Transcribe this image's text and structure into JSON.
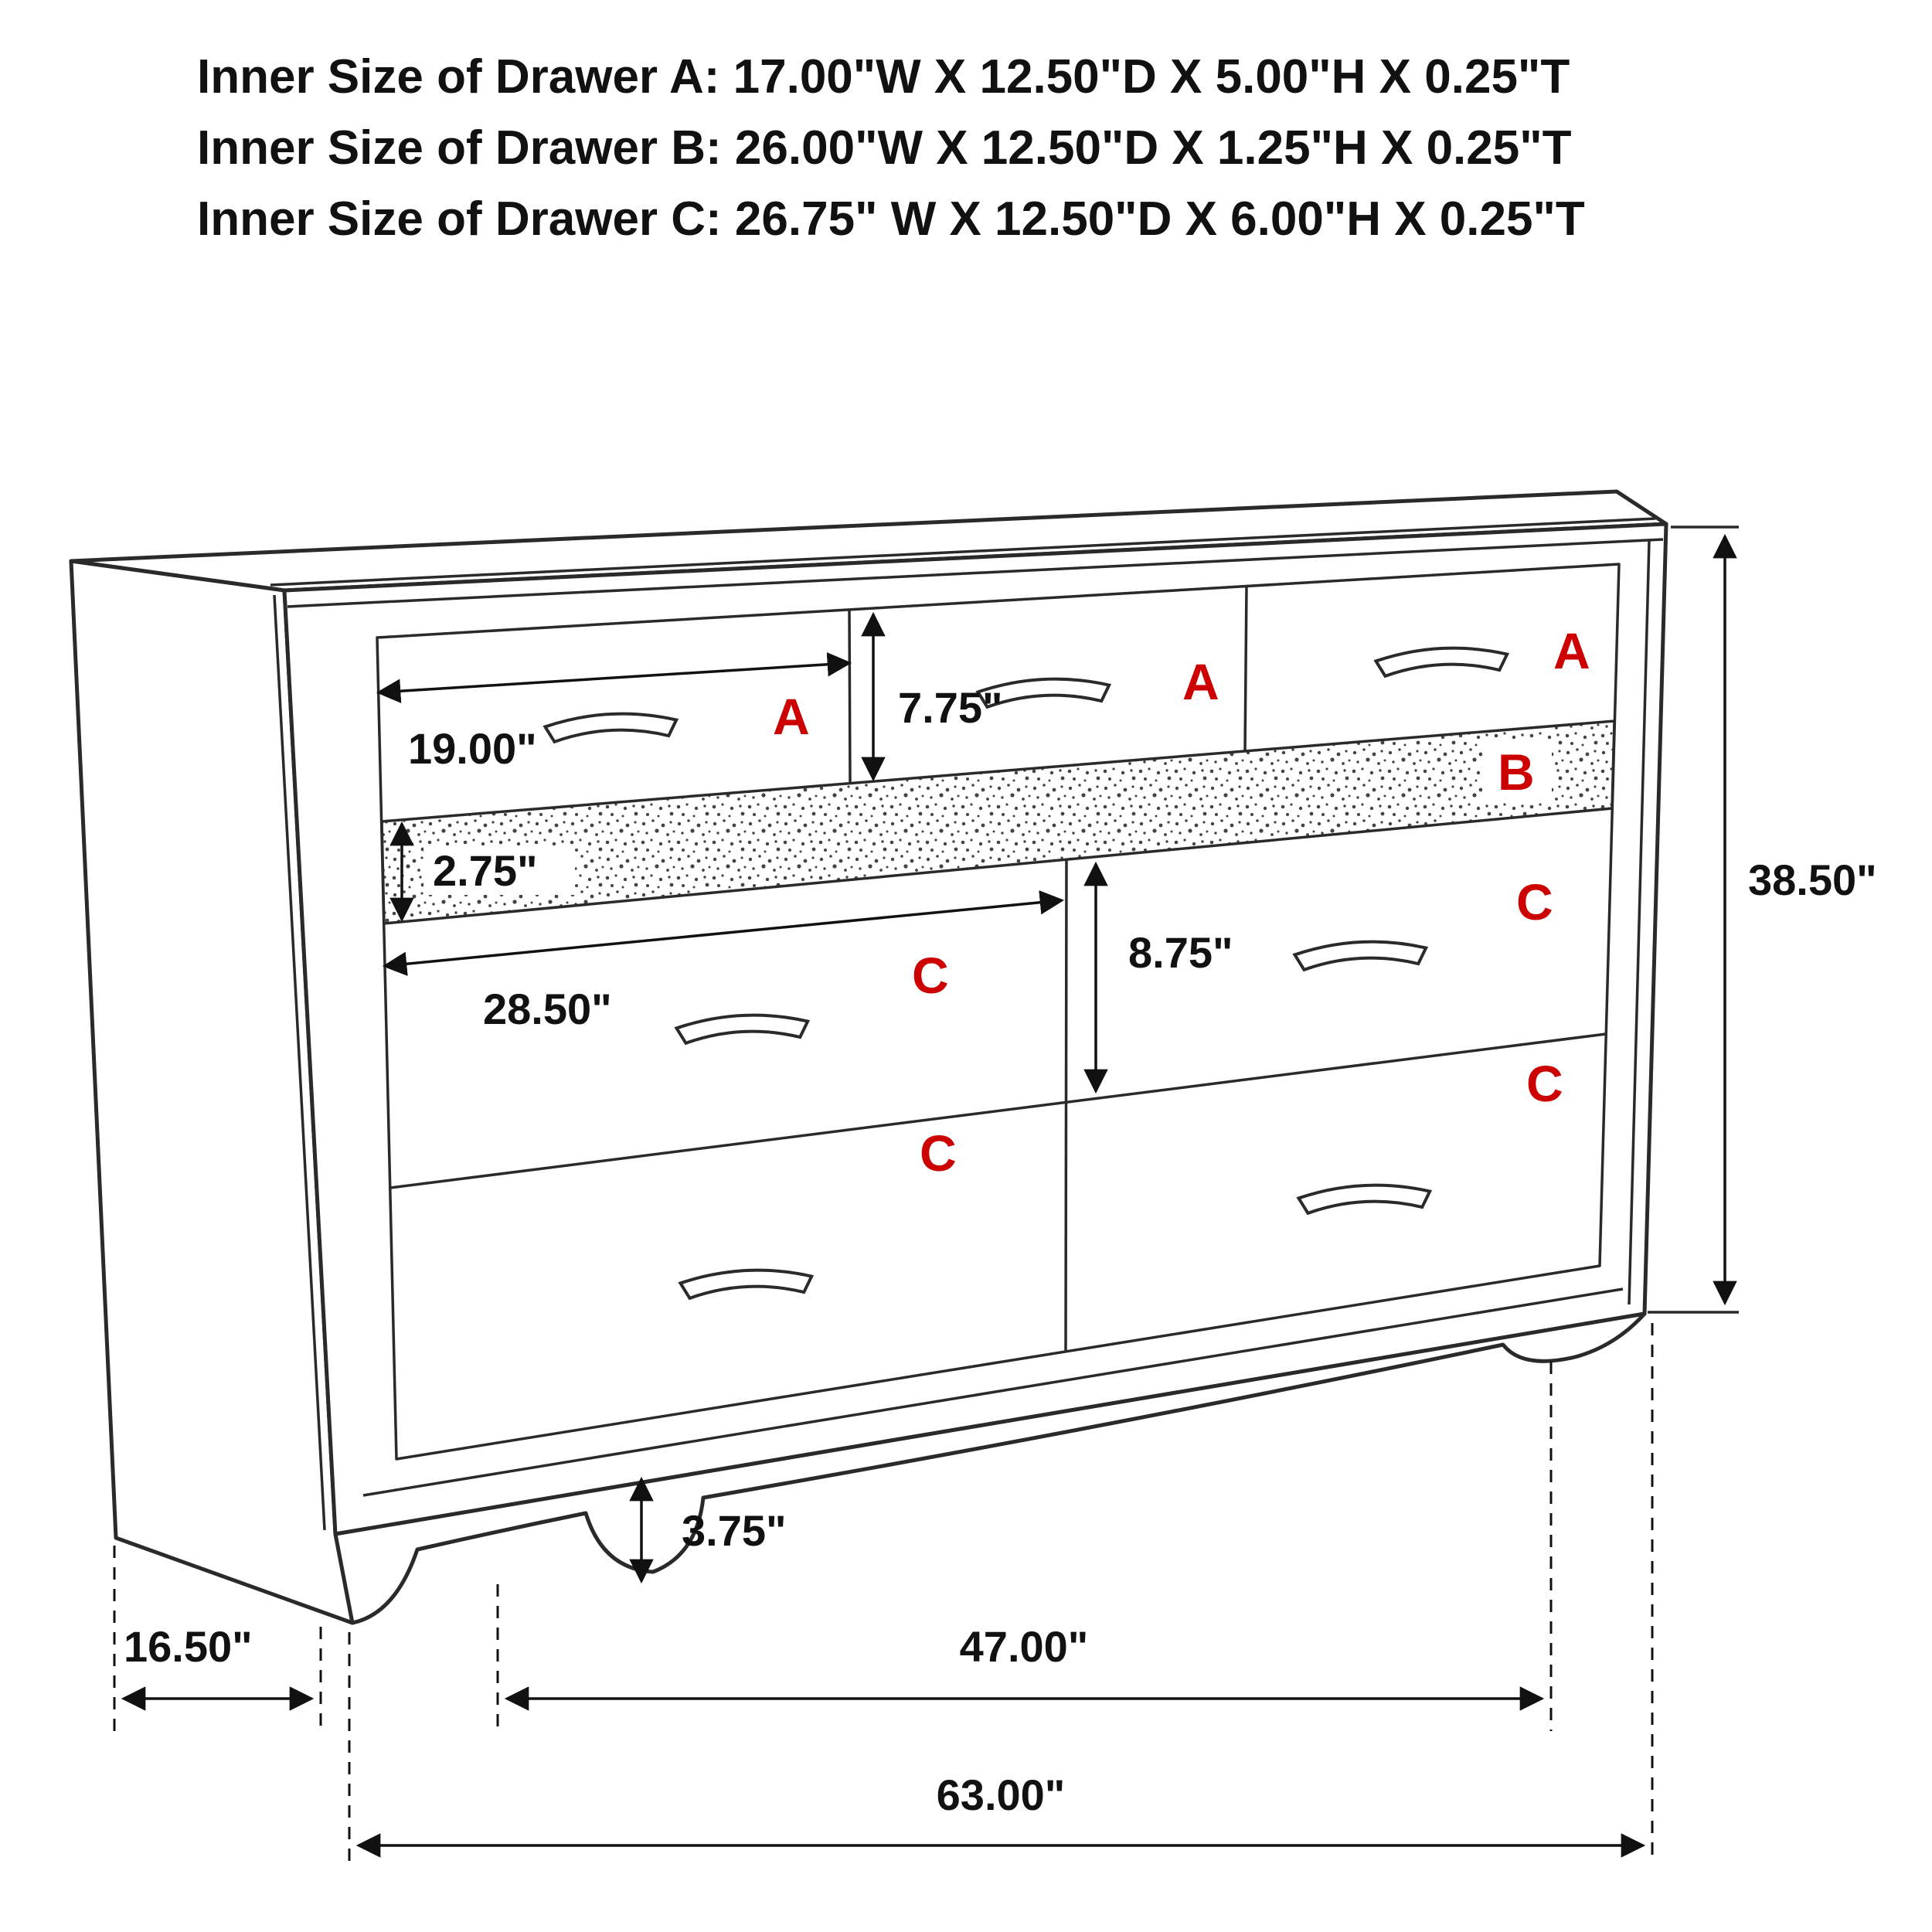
{
  "header": {
    "lines": [
      "Inner Size of Drawer A: 17.00\"W X 12.50\"D X 5.00\"H X 0.25\"T",
      "Inner Size of Drawer B: 26.00\"W X 12.50\"D X 1.25\"H X 0.25\"T",
      "Inner Size of Drawer C: 26.75\" W X 12.50\"D X 6.00\"H X 0.25\"T"
    ]
  },
  "labels": {
    "a1": "A",
    "a2": "A",
    "a3": "A",
    "b": "B",
    "c_top_left": "C",
    "c_top_right": "C",
    "c_bottom_left": "C",
    "c_bottom_right": "C"
  },
  "dims": {
    "a_width": "19.00\"",
    "a_height": "7.75\"",
    "trim_height": "2.75\"",
    "c_width": "28.50\"",
    "c_height": "8.75\"",
    "overall_height": "38.50\"",
    "foot_height": "3.75\"",
    "depth": "16.50\"",
    "feet_span": "47.00\"",
    "overall_width": "63.00\""
  },
  "colors": {
    "line": "#2a2a2a",
    "dimension_text": "#111111",
    "drawer_letter": "#cc0000",
    "background": "#ffffff",
    "speckle": "#444444"
  }
}
